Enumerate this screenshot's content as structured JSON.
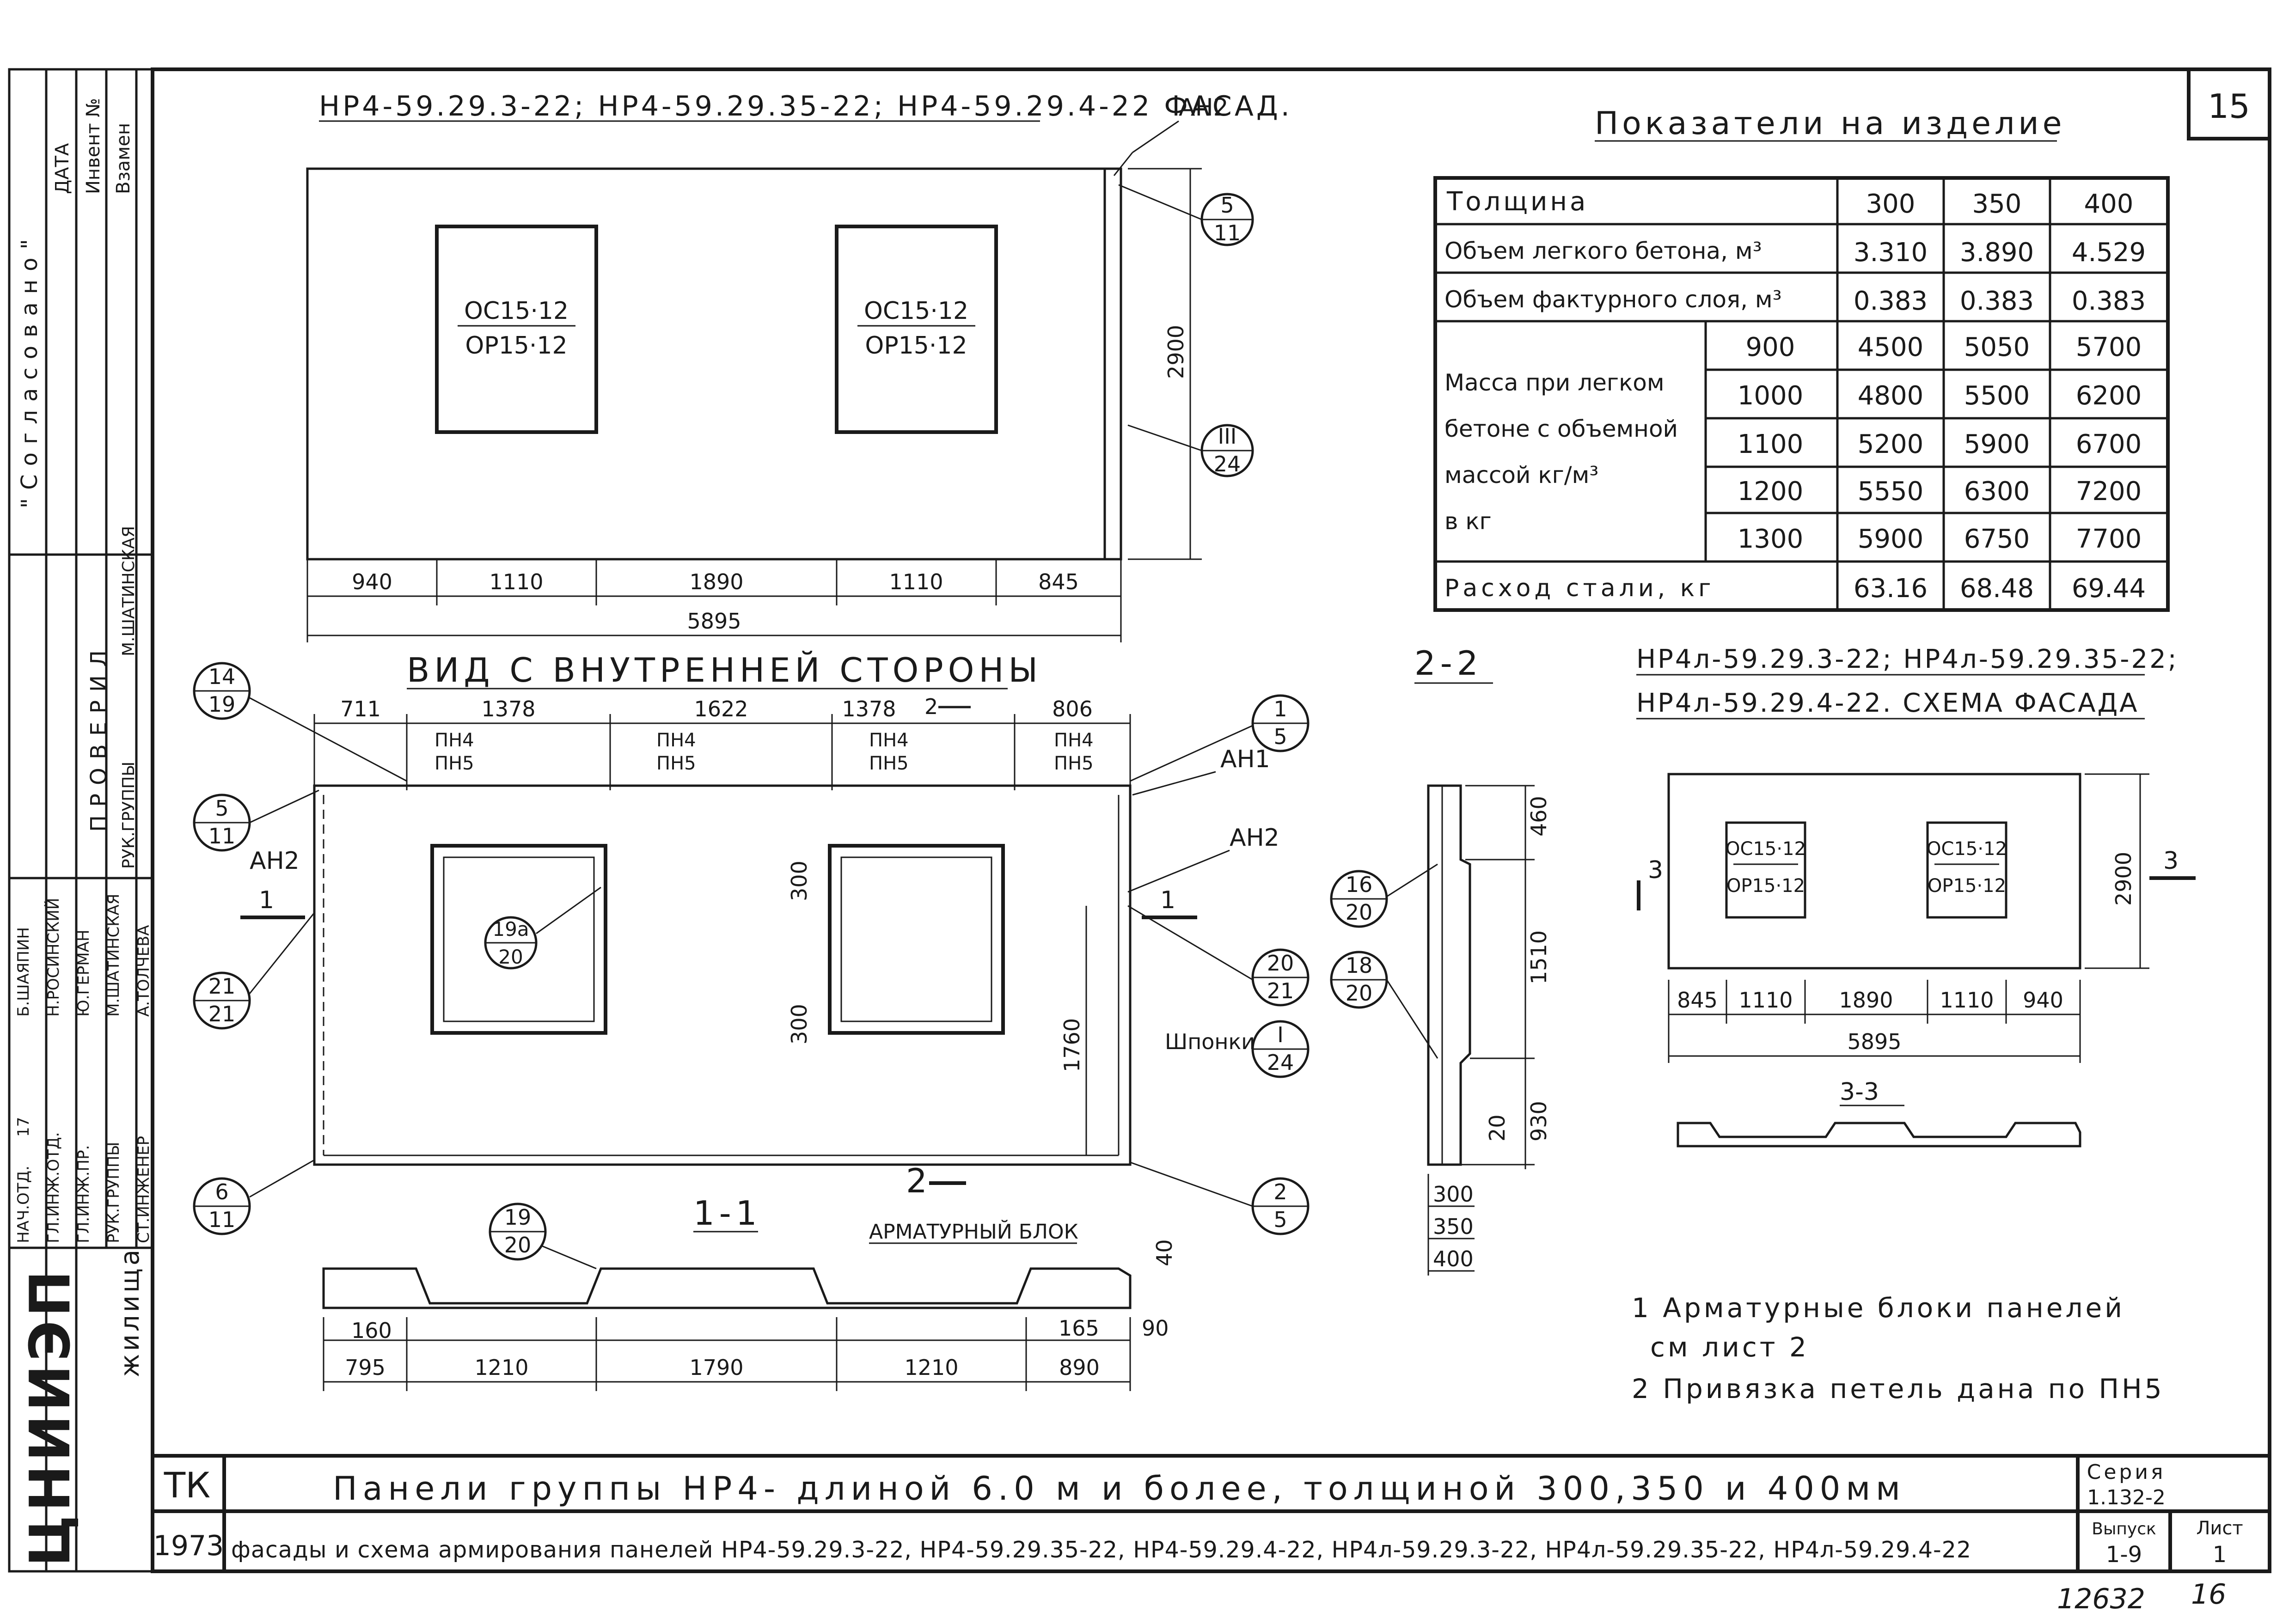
{
  "sheet": {
    "number": "15",
    "stamp_left": "12632",
    "stamp_right": "16"
  },
  "sidebar": {
    "data": "ДАТА",
    "invent": "Инвент №",
    "vzamen": "Взамен",
    "soglasovano": "\"Согласовано\"",
    "provedil": "ПРОВЕРИЛ",
    "roles": [
      "НАЧ.ОТД.",
      "ГЛ.ИНЖ.ОТД.",
      "ГЛ.ИНЖ.ПР.",
      "РУК.ГРУППЫ",
      "СТ.ИНЖЕНЕР"
    ],
    "names": [
      "Б.ШАЯПИН",
      "Н.РОСИНСКИЙ",
      "Ю.ГЕРМАН",
      "М.ШАТИНСКАЯ",
      "А.ТОЛЧЕВА"
    ],
    "top_roles": [
      "РУК.ГРУППЫ",
      "М.ШАТИНСКАЯ"
    ],
    "org": "ЦНИИЭП",
    "org_sub": "жилища",
    "num17": "17"
  },
  "facade": {
    "title": "НР4-59.29.3-22; НР4-59.29.35-22; НР4-59.29.4-22 ФАСАД.",
    "window1_top": "ОС15·12",
    "window1_bottom": "ОР15·12",
    "window2_top": "ОС15·12",
    "window2_bottom": "ОР15·12",
    "an2": "АН2",
    "bubble_a_top": "5",
    "bubble_a_bottom": "11",
    "bubble_b_top": "III",
    "bubble_b_bottom": "24",
    "height": "2900",
    "dims": [
      "940",
      "1110",
      "1890",
      "1110",
      "845"
    ],
    "total": "5895"
  },
  "inner": {
    "title": "ВИД С ВНУТРЕННЕЙ СТОРОНЫ",
    "dims_top": [
      "711",
      "1378",
      "1622",
      "1378",
      "806"
    ],
    "loops_top": [
      "ПН4",
      "ПН4",
      "ПН4",
      "ПН4"
    ],
    "loops_bottom": [
      "ПН5",
      "ПН5",
      "ПН5",
      "ПН5"
    ],
    "section_mark": "2",
    "an1": "АН1",
    "an2_left": "АН2",
    "an2_right": "АН2",
    "shponki": "Шпонки",
    "dim_300a": "300",
    "dim_300b": "300",
    "dim_1760": "1760",
    "cut_mark": "1",
    "bubbles": [
      {
        "top": "14",
        "bottom": "19"
      },
      {
        "top": "1",
        "bottom": "5"
      },
      {
        "top": "5",
        "bottom": "11"
      },
      {
        "top": "21",
        "bottom": "21"
      },
      {
        "top": "19a",
        "bottom": "20"
      },
      {
        "top": "20",
        "bottom": "21"
      },
      {
        "top": "I",
        "bottom": "24"
      },
      {
        "top": "6",
        "bottom": "11"
      },
      {
        "top": "2",
        "bottom": "5"
      }
    ]
  },
  "section11": {
    "title": "1-1",
    "block": "АРМАТУРНЫЙ БЛОК",
    "bubble_top": "19",
    "bubble_bottom": "20",
    "dim_40": "40",
    "dim_160": "160",
    "dim_165": "165",
    "dim_90": "90",
    "dims": [
      "795",
      "1210",
      "1790",
      "1210",
      "890"
    ]
  },
  "section22": {
    "title": "2-2",
    "dims": [
      "460",
      "1510",
      "930",
      "20"
    ],
    "thick": [
      "300",
      "350",
      "400"
    ],
    "bubble1_top": "16",
    "bubble1_bottom": "20",
    "bubble2_top": "18",
    "bubble2_bottom": "20"
  },
  "table": {
    "title": "Показатели на изделие",
    "head_label": "Толщина",
    "thicknesses": [
      "300",
      "350",
      "400"
    ],
    "rows": [
      {
        "label": "Объем легкого бетона, м³",
        "values": [
          "3.310",
          "3.890",
          "4.529"
        ]
      },
      {
        "label": "Объем фактурного слоя, м³",
        "values": [
          "0.383",
          "0.383",
          "0.383"
        ]
      }
    ],
    "mass_label": [
      "Масса при легком",
      "бетоне с объемной",
      "массой кг/м³",
      "в кг"
    ],
    "mass_rows": [
      {
        "density": "900",
        "values": [
          "4500",
          "5050",
          "5700"
        ]
      },
      {
        "density": "1000",
        "values": [
          "4800",
          "5500",
          "6200"
        ]
      },
      {
        "density": "1100",
        "values": [
          "5200",
          "5900",
          "6700"
        ]
      },
      {
        "density": "1200",
        "values": [
          "5550",
          "6300",
          "7200"
        ]
      },
      {
        "density": "1300",
        "values": [
          "5900",
          "6750",
          "7700"
        ]
      }
    ],
    "steel_label": "Расход стали, кг",
    "steel_values": [
      "63.16",
      "68.48",
      "69.44"
    ]
  },
  "scheme": {
    "title_line1": "НР4л-59.29.3-22; НР4л-59.29.35-22;",
    "title_line2": "НР4л-59.29.4-22. СХЕМА ФАСАДА",
    "w1_top": "ОС15·12",
    "w1_bottom": "ОР15·12",
    "w2_top": "ОС15·12",
    "w2_bottom": "ОР15·12",
    "height": "2900",
    "cut": "3",
    "dims": [
      "845",
      "1110",
      "1890",
      "1110",
      "940"
    ],
    "total": "5895",
    "section33": "3-3"
  },
  "notes": {
    "n1": "1 Арматурные блоки панелей",
    "n1b": "см лист 2",
    "n2": "2 Привязка петель дана по ПН5"
  },
  "titleblock": {
    "tk": "ТК",
    "year": "1973",
    "title1": "Панели группы НР4- длиной 6.0 м и более, толщиной 300,350 и 400мм",
    "title2": "фасады и схема армирования панелей НР4-59.29.3-22, НР4-59.29.35-22, НР4-59.29.4-22, НР4л-59.29.3-22, НР4л-59.29.35-22, НР4л-59.29.4-22",
    "seria_label": "Серия",
    "seria": "1.132-2",
    "vypusk_label": "Выпуск",
    "vypusk": "1-9",
    "list_label": "Лист",
    "list": "1"
  }
}
